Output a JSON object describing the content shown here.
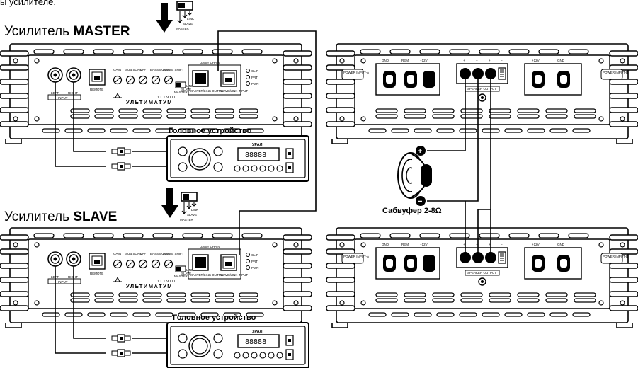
{
  "header_partial": "ы усилителе.",
  "master": {
    "title_prefix": "Усилитель ",
    "title_bold": "MASTER",
    "switch": {
      "slave": "SLAVE",
      "link": "LINK",
      "master": "MASTER"
    }
  },
  "slave": {
    "title_prefix": "Усилитель ",
    "title_bold": "SLAVE",
    "switch": {
      "slave": "SLAVE",
      "link": "LINK",
      "master": "MASTER"
    }
  },
  "amp_front": {
    "input_left": "LEFT",
    "input_right": "RIGHT",
    "input_label": "INPUT",
    "remote": "REMOTE",
    "gain": "GAIN",
    "subsonic": "SUB SONIC",
    "lpf": "LPF",
    "bass_boost": "BASS BOOST",
    "phase_shift": "PHASE SHIFT",
    "daisy_chain": "DAISY CHAIN",
    "master_link_output": "MASTER/LINK OUTPUT",
    "slave_link_input": "SLAVE/LINK INPUT",
    "sw_master": "MASTER",
    "sw_slave": "SLAVE",
    "sw_link": "LINK",
    "clip": "CLIP",
    "prt": "PRT",
    "pwr": "PWR",
    "brand": "УЛЬТИМАТУМ",
    "model": "УТ 1.9000"
  },
  "amp_rear": {
    "power_input_a": "POWER INPUT-A",
    "power_input_b": "POWER INPUT-B",
    "gnd_left": "GND",
    "rem": "REM",
    "plus12_left": "+12V",
    "plus12_right": "+12V",
    "gnd_right": "GND",
    "speaker_output": "SPEAKER OUTPUT",
    "term_1": "+",
    "term_2": "−",
    "term_3": "+",
    "term_4": "−"
  },
  "head_unit": {
    "title": "Головное устройство",
    "brand": "УРАЛ",
    "display": "88888"
  },
  "subwoofer": {
    "label": "Сабвуфер 2-8Ω",
    "plus": "+",
    "minus": "−"
  }
}
